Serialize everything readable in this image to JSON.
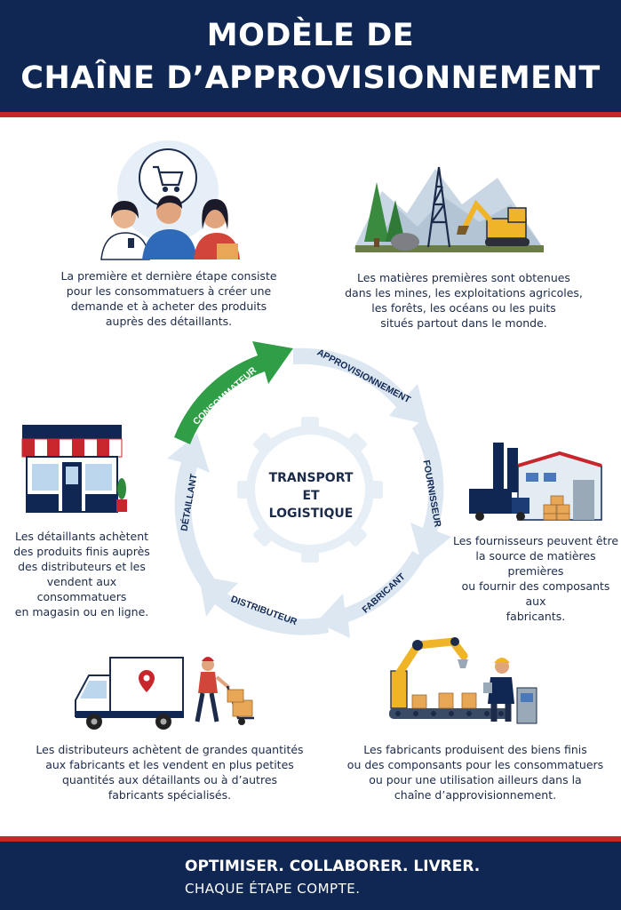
{
  "header": {
    "title_line1": "MODÈLE DE",
    "title_line2": "CHAÎNE D’APPROVISIONNEMENT"
  },
  "cycle": {
    "center_line1": "TRANSPORT",
    "center_line2": "ET",
    "center_line3": "LOGISTIQUE",
    "stages": {
      "consommateur": "CONSOMMATEUR",
      "approvisionnement": "APPROVISIONNEMENT",
      "fournisseur": "FOURNISSEUR",
      "fabricant": "FABRICANT",
      "distributeur": "DISTRIBUTEUR",
      "detaillant": "DÉTAILLANT"
    }
  },
  "descriptions": {
    "consommateur": [
      "La première et dernière étape consiste",
      "pour les consommatuers à créer une",
      "demande et à acheter des produits",
      "auprès des détaillants."
    ],
    "approvisionnement": [
      "Les matières premières sont obtenues",
      "dans les mines, les exploitations agricoles,",
      "les forêts, les océans ou les puits",
      "situés partout dans le monde."
    ],
    "detaillant": [
      "Les détaillants achètent",
      "des produits finis auprès",
      "des distributeurs et les",
      "vendent aux consommatuers",
      "en magasin ou en ligne."
    ],
    "fournisseur": [
      "Les fournisseurs peuvent être",
      "la source de matières premières",
      "ou fournir des composants aux",
      "fabricants."
    ],
    "distributeur": [
      "Les distributeurs achètent de grandes quantités",
      "aux fabricants et les vendent en plus petites",
      "quantités aux détaillants ou à d’autres",
      "fabricants spécialisés."
    ],
    "fabricant": [
      "Les fabricants produisent des biens finis",
      "ou des componsants pour les consommatuers",
      "ou pour une utilisation ailleurs dans la",
      "chaîne d’approvisionnement."
    ]
  },
  "footer": {
    "line1": "OPTIMISER. COLLABORER. LIVRER.",
    "line2": "CHAQUE ÉTAPE COMPTE."
  },
  "colors": {
    "navy": "#0f2752",
    "red": "#c8252c",
    "green": "#2f9e47",
    "arrow_light": "#dce7f2"
  },
  "icons": [
    "shopping-cart-icon",
    "target-icon"
  ]
}
